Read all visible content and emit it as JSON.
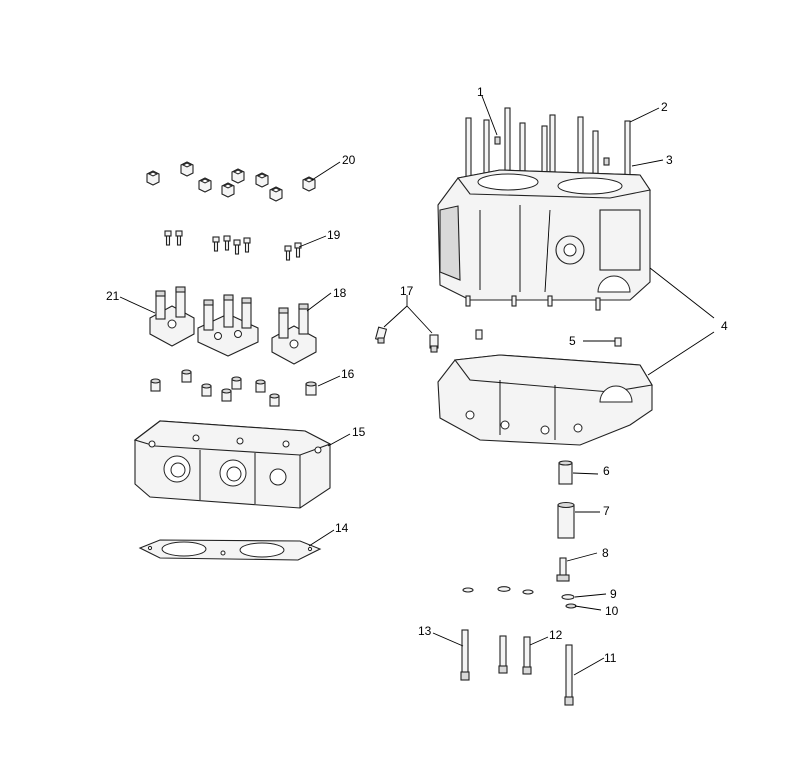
{
  "callouts": {
    "c1": "1",
    "c2": "2",
    "c3": "3",
    "c4": "4",
    "c5": "5",
    "c6": "6",
    "c7": "7",
    "c8": "8",
    "c9": "9",
    "c10": "10",
    "c11": "11",
    "c12": "12",
    "c13": "13",
    "c14": "14",
    "c15": "15",
    "c16": "16",
    "c17": "17",
    "c18": "18",
    "c19": "19",
    "c20": "20",
    "c21": "21"
  }
}
